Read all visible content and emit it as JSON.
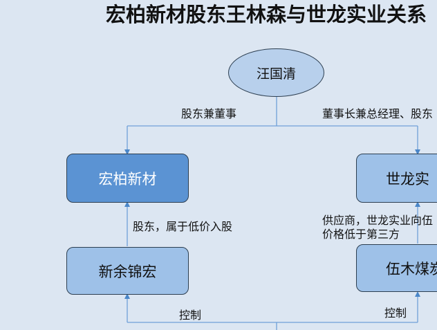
{
  "title": "宏柏新材股东王林森与世龙实业关系",
  "nodes": {
    "root": "汪国清",
    "hongbai": "宏柏新材",
    "shilong": "世龙实",
    "xinyu": "新余锦宏",
    "wumu": "伍木煤炭"
  },
  "edges": {
    "root_to_hongbai": "股东兼董事",
    "root_to_shilong": "董事长兼总经理、股东",
    "xinyu_to_hongbai": "股东，属于低价入股",
    "wumu_to_shilong_line1": "供应商，世龙实业向伍",
    "wumu_to_shilong_line2": "价格低于第三方",
    "control_left": "控制",
    "control_right": "控制"
  }
}
